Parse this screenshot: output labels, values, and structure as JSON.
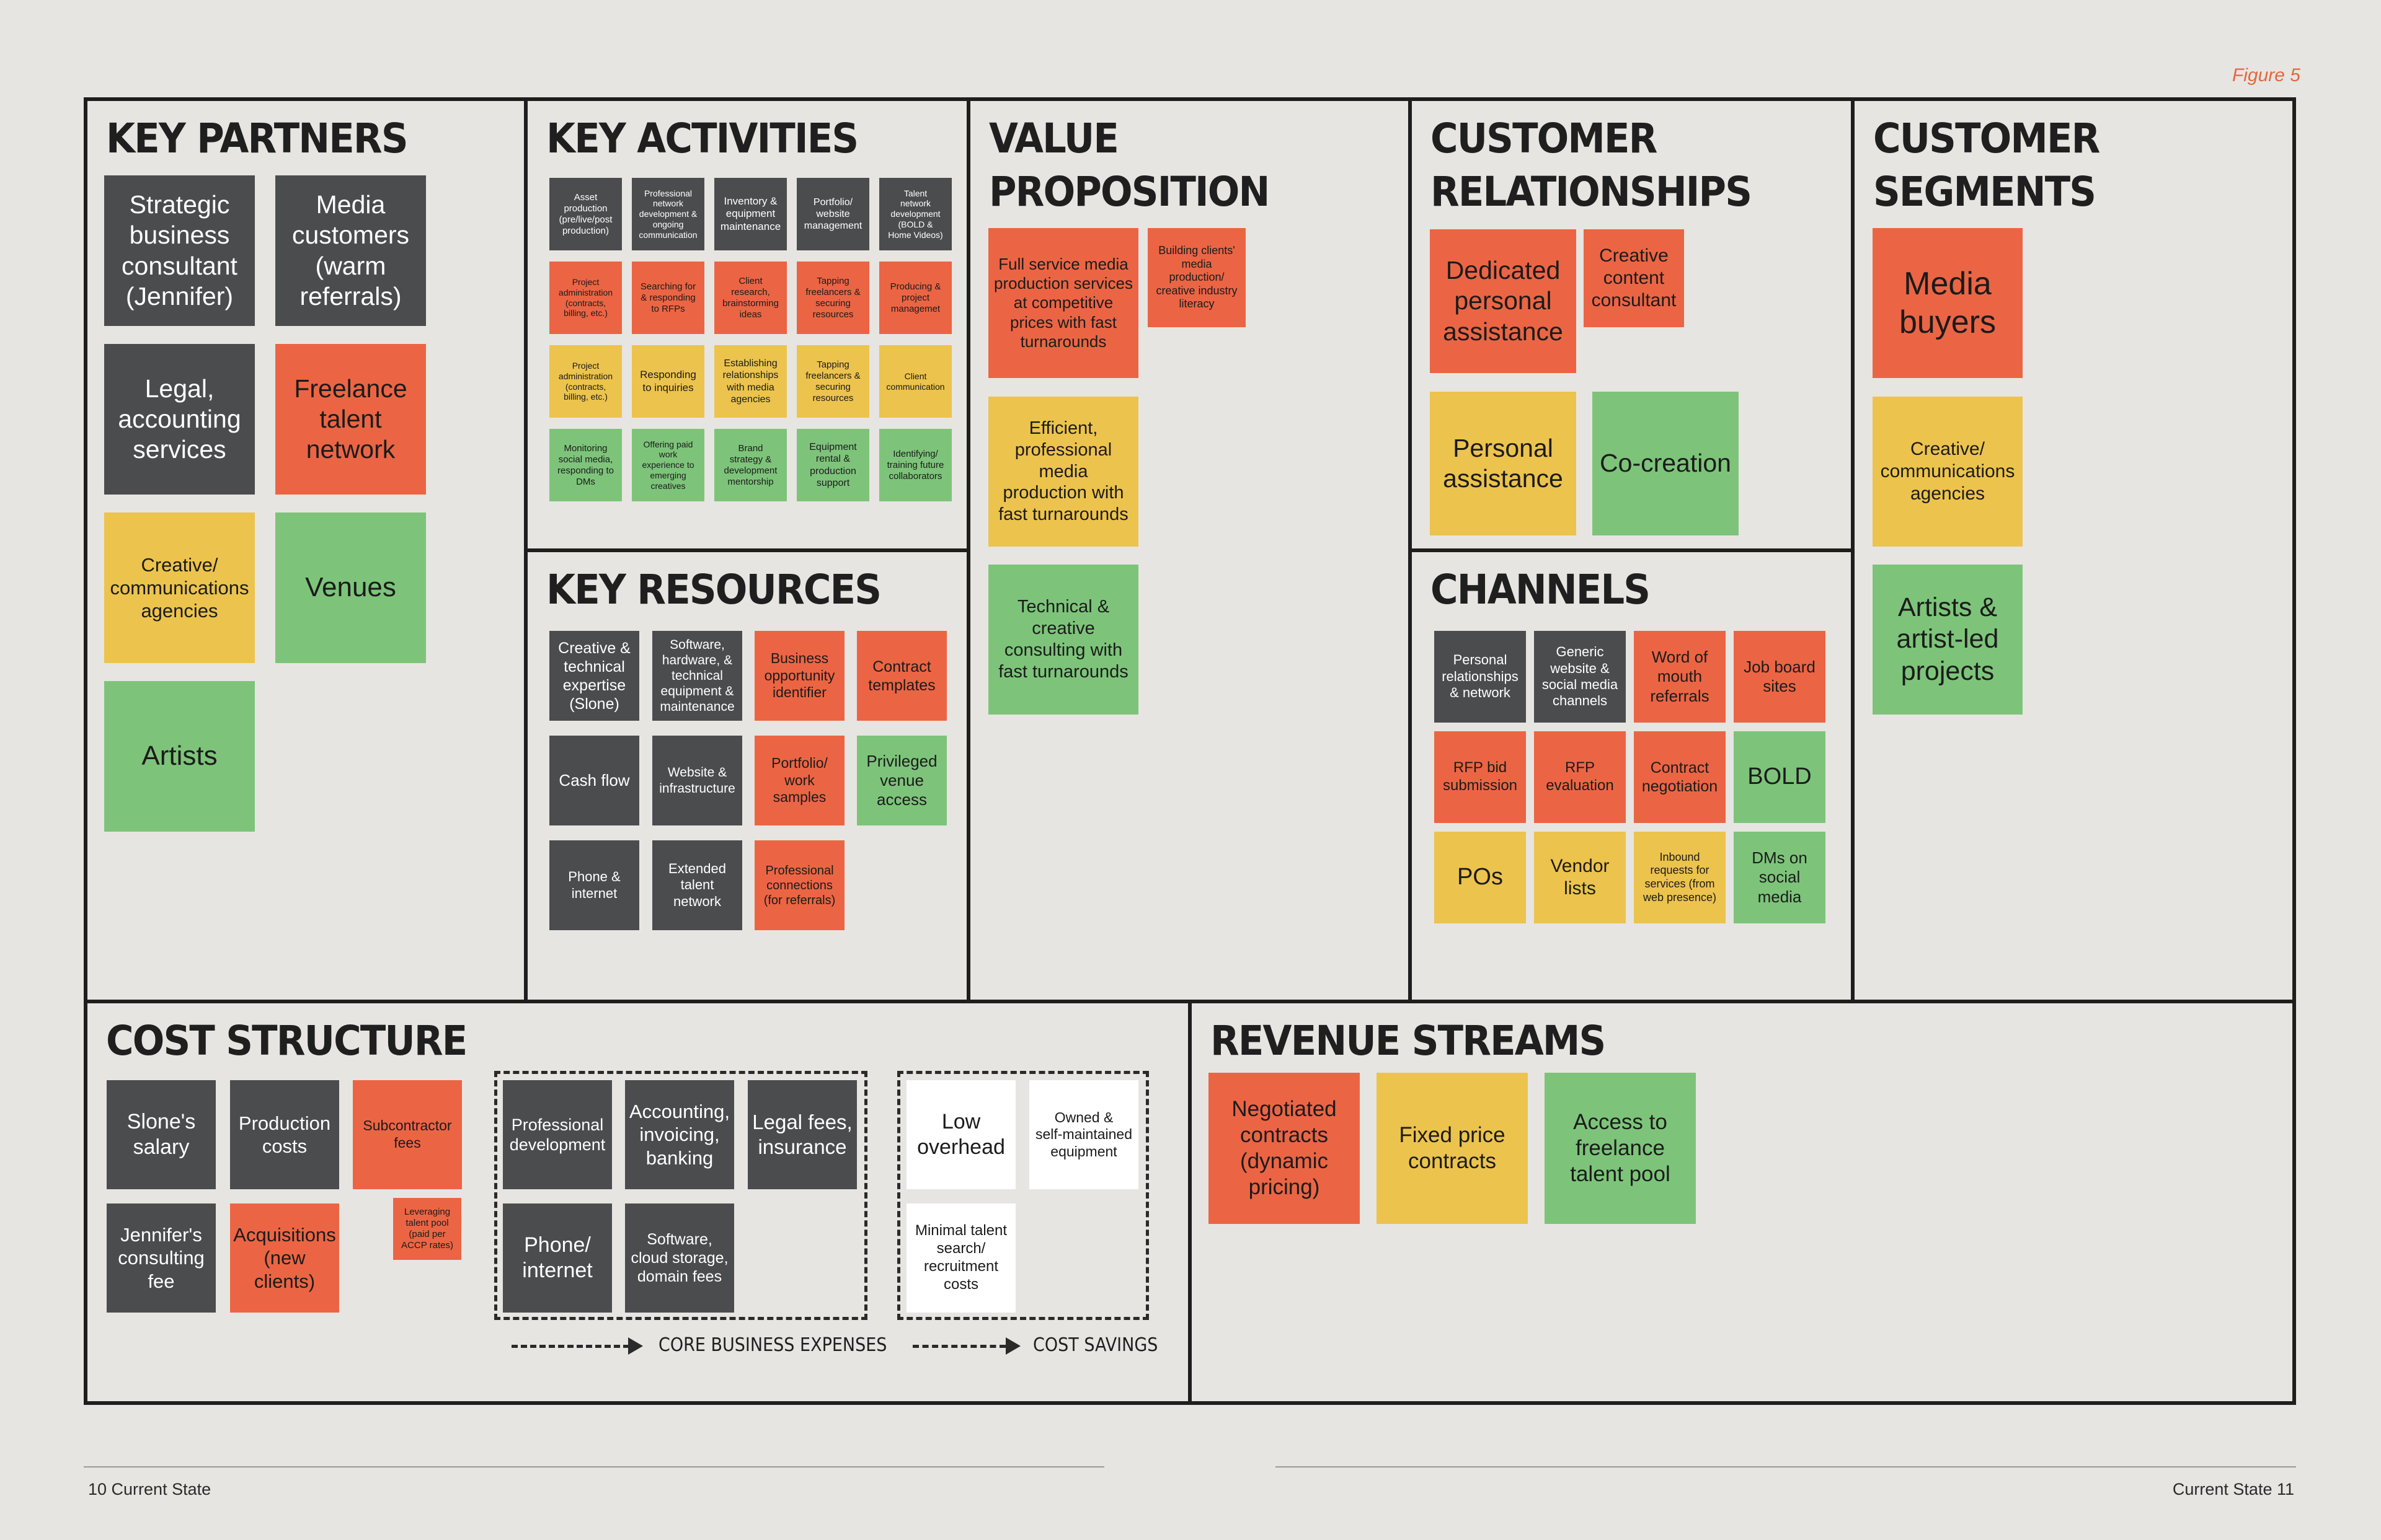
{
  "figure_label": "Figure 5",
  "sections": {
    "key_partners": "KEY PARTNERS",
    "key_activities": "KEY ACTIVITIES",
    "key_resources": "KEY RESOURCES",
    "value_proposition": "VALUE\nPROPOSITION",
    "customer_relationships": "CUSTOMER\nRELATIONSHIPS",
    "channels": "CHANNELS",
    "customer_segments": "CUSTOMER\nSEGMENTS",
    "cost_structure": "COST STRUCTURE",
    "revenue_streams": "REVENUE STREAMS"
  },
  "colors": {
    "gray": "#4b4c4e",
    "orange": "#eb6544",
    "yellow": "#ecc34d",
    "green": "#7dc47a",
    "white": "#ffffff",
    "figure_label": "#e0683f"
  },
  "key_partners": [
    {
      "text": "Strategic\nbusiness\nconsultant\n(Jennifer)",
      "color": "gray"
    },
    {
      "text": "Media\ncustomers\n(warm\nreferrals)",
      "color": "gray"
    },
    {
      "text": "Legal,\naccounting\nservices",
      "color": "gray"
    },
    {
      "text": "Freelance\ntalent\nnetwork",
      "color": "orange"
    },
    {
      "text": "Creative/\ncommunications\nagencies",
      "color": "yellow"
    },
    {
      "text": "Venues",
      "color": "green"
    },
    {
      "text": "Artists",
      "color": "green"
    }
  ],
  "key_activities": [
    {
      "text": "Asset\nproduction\n(pre/live/post\nproduction)",
      "color": "gray"
    },
    {
      "text": "Professional\nnetwork\ndevelopment &\nongoing\ncommunication",
      "color": "gray"
    },
    {
      "text": "Inventory &\nequipment\nmaintenance",
      "color": "gray"
    },
    {
      "text": "Portfolio/\nwebsite\nmanagement",
      "color": "gray"
    },
    {
      "text": "Talent\nnetwork\ndevelopment\n(BOLD &\nHome Videos)",
      "color": "gray"
    },
    {
      "text": "Project\nadministration\n(contracts,\nbilling, etc.)",
      "color": "orange"
    },
    {
      "text": "Searching for\n& responding\nto RFPs",
      "color": "orange"
    },
    {
      "text": "Client\nresearch,\nbrainstorming\nideas",
      "color": "orange"
    },
    {
      "text": "Tapping\nfreelancers &\nsecuring\nresources",
      "color": "orange"
    },
    {
      "text": "Producing &\nproject\nmanagemet",
      "color": "orange"
    },
    {
      "text": "Project\nadministration\n(contracts,\nbilling, etc.)",
      "color": "yellow"
    },
    {
      "text": "Responding\nto inquiries",
      "color": "yellow"
    },
    {
      "text": "Establishing\nrelationships\nwith media\nagencies",
      "color": "yellow"
    },
    {
      "text": "Tapping\nfreelancers &\nsecuring\nresources",
      "color": "yellow"
    },
    {
      "text": "Client\ncommunication",
      "color": "yellow"
    },
    {
      "text": "Monitoring\nsocial media,\nresponding to\nDMs",
      "color": "green"
    },
    {
      "text": "Offering paid\nwork\nexperience to\nemerging\ncreatives",
      "color": "green"
    },
    {
      "text": "Brand\nstrategy &\ndevelopment\nmentorship",
      "color": "green"
    },
    {
      "text": "Equipment\nrental &\nproduction\nsupport",
      "color": "green"
    },
    {
      "text": "Identifying/\ntraining future\ncollaborators",
      "color": "green"
    }
  ],
  "key_resources": [
    {
      "text": "Creative &\ntechnical\nexpertise\n(Slone)",
      "color": "gray"
    },
    {
      "text": "Software,\nhardware, &\ntechnical\nequipment &\nmaintenance",
      "color": "gray"
    },
    {
      "text": "Business\nopportunity\nidentifier",
      "color": "orange"
    },
    {
      "text": "Contract\ntemplates",
      "color": "orange"
    },
    {
      "text": "Cash flow",
      "color": "gray"
    },
    {
      "text": "Website &\ninfrastructure",
      "color": "gray"
    },
    {
      "text": "Portfolio/\nwork\nsamples",
      "color": "orange"
    },
    {
      "text": "Privileged\nvenue\naccess",
      "color": "green"
    },
    {
      "text": "Phone &\ninternet",
      "color": "gray"
    },
    {
      "text": "Extended\ntalent\nnetwork",
      "color": "gray"
    },
    {
      "text": "Professional\nconnections\n(for referrals)",
      "color": "orange"
    }
  ],
  "value_proposition": [
    {
      "text": "Full service media\nproduction services\nat competitive\nprices with fast\nturnarounds",
      "color": "orange"
    },
    {
      "text": "Building clients'\nmedia\nproduction/\ncreative industry\nliteracy",
      "color": "orange"
    },
    {
      "text": "Efficient,\nprofessional\nmedia\nproduction with\nfast turnarounds",
      "color": "yellow"
    },
    {
      "text": "Technical &\ncreative\nconsulting with\nfast turnarounds",
      "color": "green"
    }
  ],
  "customer_relationships": [
    {
      "text": "Dedicated\npersonal\nassistance",
      "color": "orange"
    },
    {
      "text": "Creative\ncontent\nconsultant",
      "color": "orange"
    },
    {
      "text": "Personal\nassistance",
      "color": "yellow"
    },
    {
      "text": "Co-creation",
      "color": "green"
    }
  ],
  "channels": [
    {
      "text": "Personal\nrelationships\n& network",
      "color": "gray"
    },
    {
      "text": "Generic\nwebsite &\nsocial media\nchannels",
      "color": "gray"
    },
    {
      "text": "Word of\nmouth\nreferrals",
      "color": "orange"
    },
    {
      "text": "Job board\nsites",
      "color": "orange"
    },
    {
      "text": "RFP bid\nsubmission",
      "color": "orange"
    },
    {
      "text": "RFP\nevaluation",
      "color": "orange"
    },
    {
      "text": "Contract\nnegotiation",
      "color": "orange"
    },
    {
      "text": "BOLD",
      "color": "green"
    },
    {
      "text": "POs",
      "color": "yellow"
    },
    {
      "text": "Vendor\nlists",
      "color": "yellow"
    },
    {
      "text": "Inbound\nrequests for\nservices (from\nweb presence)",
      "color": "yellow"
    },
    {
      "text": "DMs on\nsocial\nmedia",
      "color": "green"
    }
  ],
  "customer_segments": [
    {
      "text": "Media\nbuyers",
      "color": "orange"
    },
    {
      "text": "Creative/\ncommunications\nagencies",
      "color": "yellow"
    },
    {
      "text": "Artists &\nartist-led\nprojects",
      "color": "green"
    }
  ],
  "cost_structure": [
    {
      "text": "Slone's\nsalary",
      "color": "gray"
    },
    {
      "text": "Production\ncosts",
      "color": "gray"
    },
    {
      "text": "Subcontractor\nfees",
      "color": "orange"
    },
    {
      "text": "Jennifer's\nconsulting\nfee",
      "color": "gray"
    },
    {
      "text": "Acquisitions\n(new\nclients)",
      "color": "orange"
    },
    {
      "text": "Leveraging\ntalent pool\n(paid per\nACCP rates)",
      "color": "orange"
    },
    {
      "text": "Professional\ndevelopment",
      "color": "gray"
    },
    {
      "text": "Accounting,\ninvoicing,\nbanking",
      "color": "gray"
    },
    {
      "text": "Legal fees,\ninsurance",
      "color": "gray"
    },
    {
      "text": "Phone/\ninternet",
      "color": "gray"
    },
    {
      "text": "Software,\ncloud storage,\ndomain fees",
      "color": "gray"
    },
    {
      "text": "Low\noverhead",
      "color": "white"
    },
    {
      "text": "Owned &\nself-maintained\nequipment",
      "color": "white"
    },
    {
      "text": "Minimal talent\nsearch/\nrecruitment\ncosts",
      "color": "white"
    }
  ],
  "cost_labels": {
    "core_business_expenses": "CORE BUSINESS EXPENSES",
    "cost_savings": "COST SAVINGS"
  },
  "revenue_streams": [
    {
      "text": "Negotiated\ncontracts\n(dynamic\npricing)",
      "color": "orange"
    },
    {
      "text": "Fixed price\ncontracts",
      "color": "yellow"
    },
    {
      "text": "Access to\nfreelance\ntalent pool",
      "color": "green"
    }
  ],
  "footer": {
    "left": "10 Current State",
    "right": "Current State 11"
  }
}
